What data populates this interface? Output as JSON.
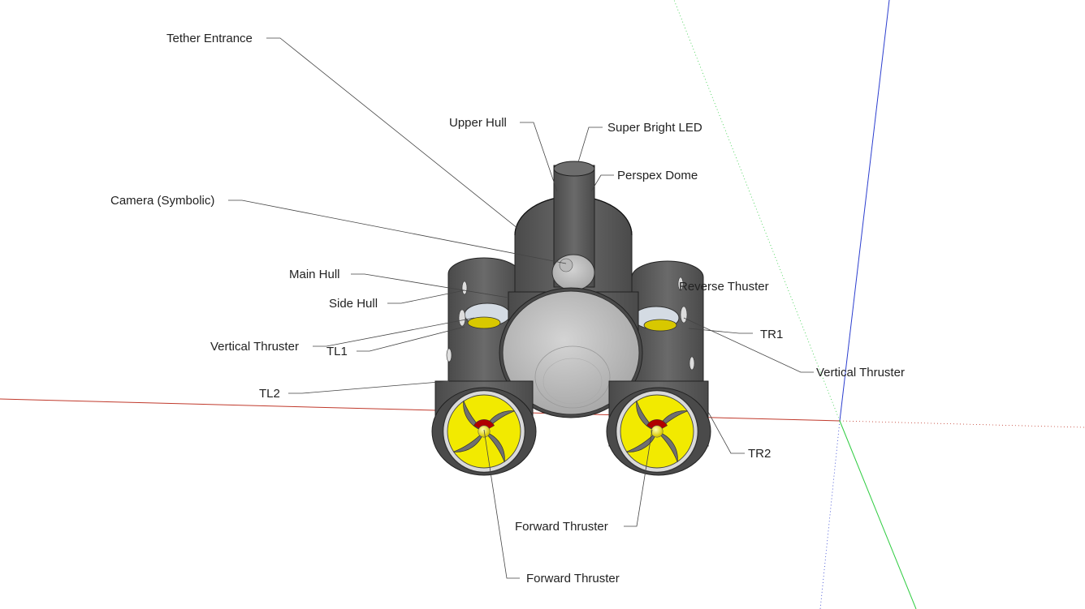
{
  "labels": {
    "tether_entrance": "Tether Entrance",
    "upper_hull": "Upper Hull",
    "super_bright_led": "Super Bright LED",
    "perspex_dome": "Perspex Dome",
    "camera_symbolic": "Camera (Symbolic)",
    "main_hull": "Main Hull",
    "side_hull": "Side Hull",
    "vertical_thruster_left": "Vertical Thruster",
    "tl1": "TL1",
    "tl2": "TL2",
    "reverse_thruster": "Reverse Thuster",
    "tr1": "TR1",
    "vertical_thruster_right": "Vertical Thruster",
    "tr2": "TR2",
    "forward_thruster_right": "Forward Thruster",
    "forward_thruster_left": "Forward Thruster"
  },
  "colors": {
    "hull": "#5a5a5a",
    "dome": "#c4c4c4",
    "propeller": "#f2ea00",
    "hub_red": "#b00000",
    "axis_red": "#c0392b",
    "axis_green": "#2ecc40",
    "axis_blue": "#2c3ecf"
  }
}
